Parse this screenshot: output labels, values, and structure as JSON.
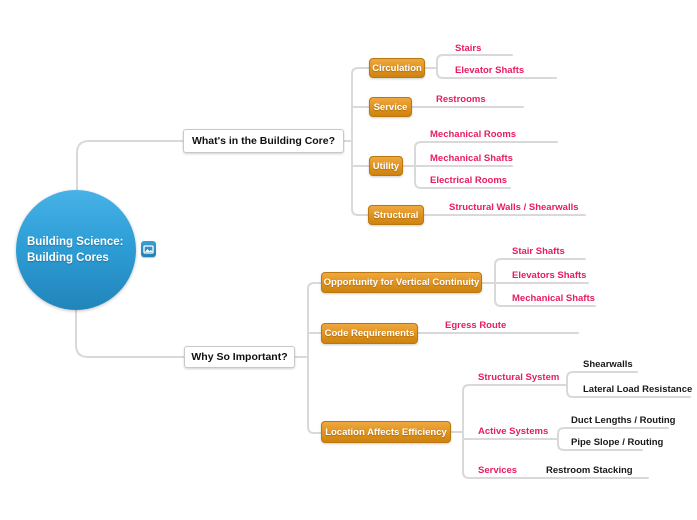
{
  "app": {
    "kind": "mind-map"
  },
  "colors": {
    "root_blue": "#2e9ed6",
    "topic_orange": "#d98c15",
    "leaf_pink": "#e81c63",
    "leaf_black": "#191919",
    "connector_gray": "#d9d9d9",
    "background": "#ffffff"
  },
  "icons": {
    "media_badge": "media-icon"
  },
  "root": {
    "line1": "Building Science:",
    "line2": "Building Cores"
  },
  "branches": [
    {
      "label": "What's in the Building Core?",
      "topics": [
        {
          "label": "Circulation",
          "subtopics": [
            "Stairs",
            "Elevator Shafts"
          ]
        },
        {
          "label": "Service",
          "subtopics": [
            "Restrooms"
          ]
        },
        {
          "label": "Utility",
          "subtopics": [
            "Mechanical Rooms",
            "Mechanical Shafts",
            "Electrical Rooms"
          ]
        },
        {
          "label": "Structural",
          "subtopics": [
            "Structural Walls / Shearwalls"
          ]
        }
      ]
    },
    {
      "label": "Why So Important?",
      "topics": [
        {
          "label": "Opportunity for Vertical Continuity",
          "subtopics": [
            "Stair Shafts",
            "Elevators Shafts",
            "Mechanical Shafts"
          ]
        },
        {
          "label": "Code Requirements",
          "subtopics": [
            "Egress Route"
          ]
        },
        {
          "label": "Location Affects Efficiency",
          "subtopics": [
            {
              "label": "Structural System",
              "children": [
                "Shearwalls",
                "Lateral Load Resistance"
              ]
            },
            {
              "label": "Active Systems",
              "children": [
                "Duct Lengths / Routing",
                "Pipe Slope / Routing"
              ]
            },
            {
              "label": "Services",
              "children": [
                "Restroom Stacking"
              ]
            }
          ]
        }
      ]
    }
  ]
}
